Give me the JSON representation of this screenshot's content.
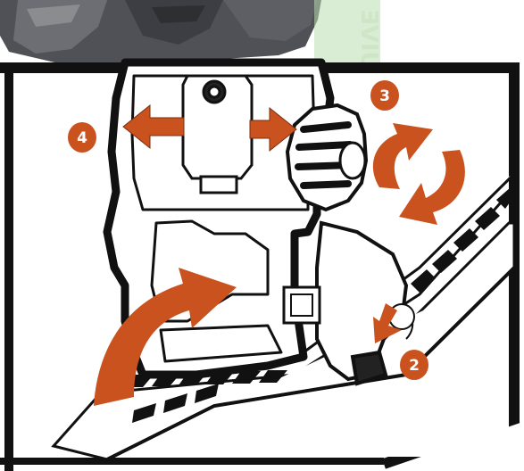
{
  "figure": {
    "steps": [
      {
        "label": "4"
      },
      {
        "label": "3"
      },
      {
        "label": "2"
      }
    ],
    "corner_photo_text": "ƎVIU",
    "colors": {
      "arrow": "#c9521e",
      "badge": "#c9521e",
      "badge_text": "#ffffff",
      "frame": "#111111",
      "line": "#111111",
      "photo_green": "#b9ddb0"
    }
  }
}
